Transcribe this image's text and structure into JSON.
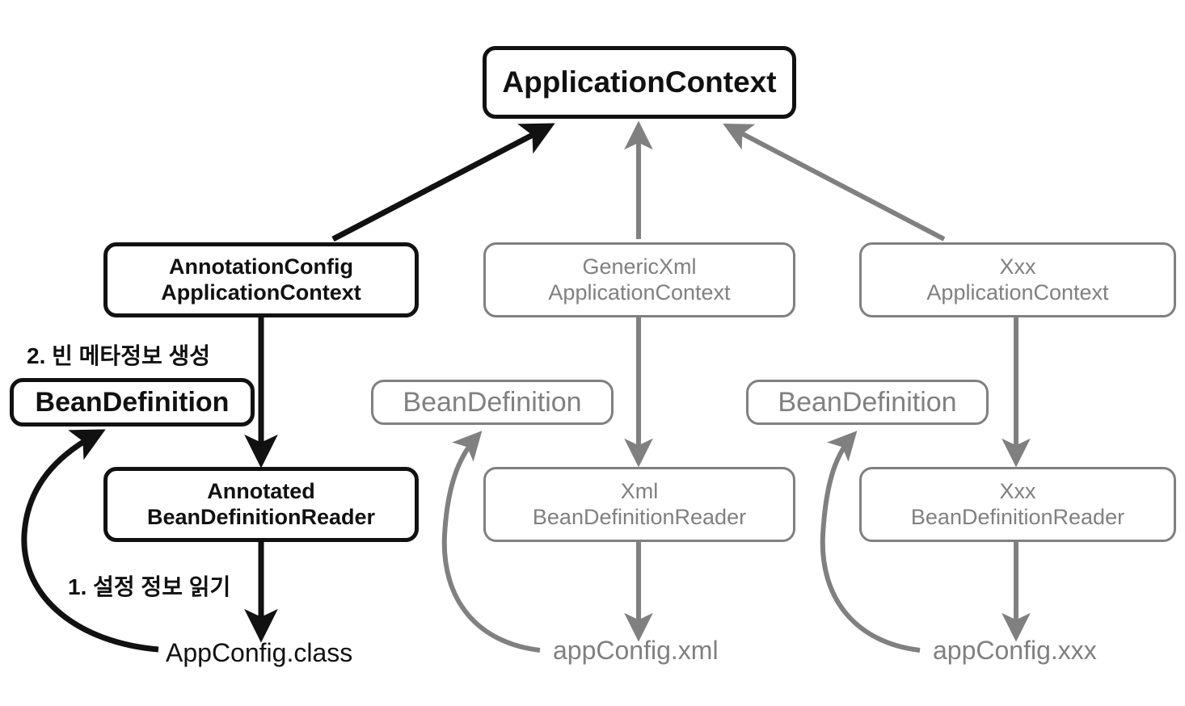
{
  "diagram": {
    "title": "Spring ApplicationContext BeanDefinition reading flow",
    "colors": {
      "primary": "#111111",
      "secondary": "#808080",
      "background": "#ffffff"
    },
    "nodes": {
      "application_context": "ApplicationContext",
      "annotation_config_application_context": "AnnotationConfig\nApplicationContext",
      "generic_xml_application_context": "GenericXml\nApplicationContext",
      "xxx_application_context": "Xxx\nApplicationContext",
      "bean_definition_left": "BeanDefinition",
      "bean_definition_middle": "BeanDefinition",
      "bean_definition_right": "BeanDefinition",
      "annotated_bean_definition_reader": "Annotated\nBeanDefinitionReader",
      "xml_bean_definition_reader": "Xml\nBeanDefinitionReader",
      "xxx_bean_definition_reader": "Xxx\nBeanDefinitionReader"
    },
    "files": {
      "app_config_class": "AppConfig.class",
      "app_config_xml": "appConfig.xml",
      "app_config_xxx": "appConfig.xxx"
    },
    "annotations": {
      "step_two": "2. 빈 메타정보 생성",
      "step_one": "1. 설정 정보 읽기"
    }
  }
}
